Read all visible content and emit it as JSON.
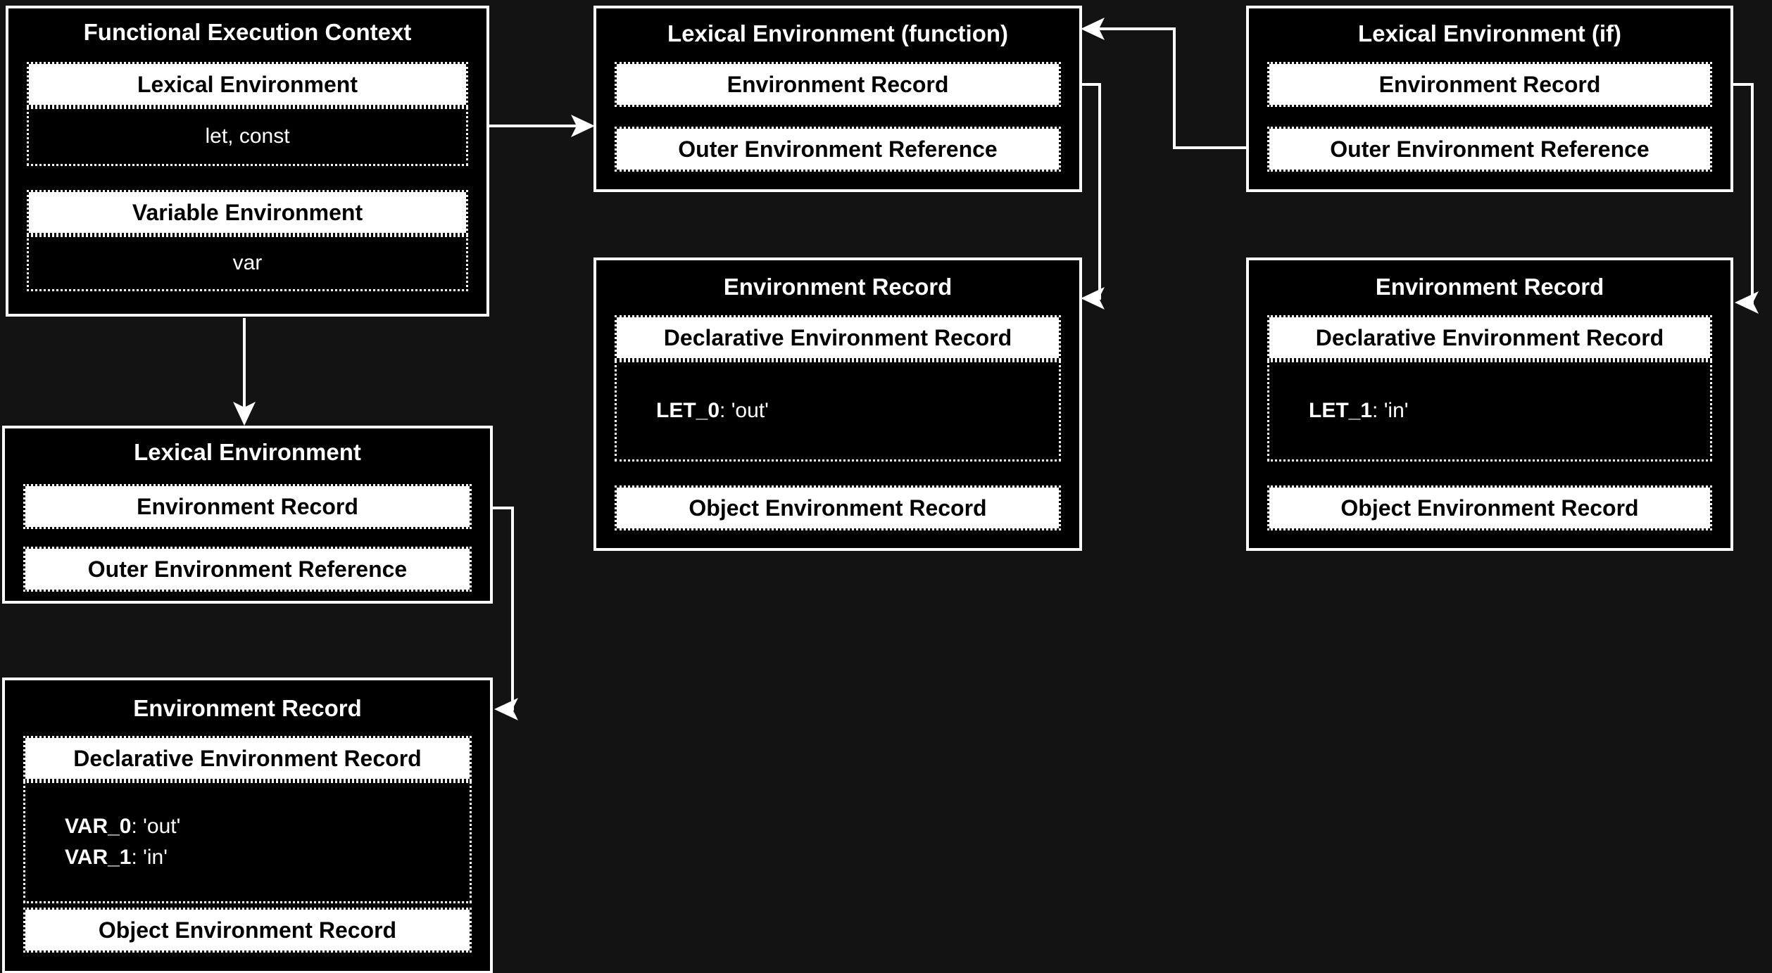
{
  "colors": {
    "background": "#131313",
    "box_fill": "#000000",
    "box_border": "#ffffff",
    "section_fill": "#ffffff",
    "section_text": "#000000",
    "title_text": "#ffffff",
    "connector": "#ffffff"
  },
  "boxes": {
    "fec": {
      "title": "Functional Execution Context",
      "lexical_label": "Lexical Environment",
      "lexical_value": "let, const",
      "variable_label": "Variable Environment",
      "variable_value": "var"
    },
    "function_le": {
      "title": "Lexical Environment (function)",
      "er_label": "Environment Record",
      "oer_label": "Outer Environment Reference"
    },
    "if_le": {
      "title": "Lexical Environment (if)",
      "er_label": "Environment Record",
      "oer_label": "Outer Environment Reference"
    },
    "function_er": {
      "title": "Environment Record",
      "der_label": "Declarative Environment Record",
      "entries": [
        {
          "name": "LET_0",
          "rest": ": 'out'"
        }
      ],
      "oer_label": "Object Environment Record"
    },
    "if_er": {
      "title": "Environment Record",
      "der_label": "Declarative Environment Record",
      "entries": [
        {
          "name": "LET_1",
          "rest": ": 'in'"
        }
      ],
      "oer_label": "Object Environment Record"
    },
    "inner_le": {
      "title": "Lexical Environment",
      "er_label": "Environment Record",
      "oer_label": "Outer Environment Reference"
    },
    "var_er": {
      "title": "Environment Record",
      "der_label": "Declarative Environment Record",
      "entries": [
        {
          "name": "VAR_0",
          "rest": ": 'out'"
        },
        {
          "name": "VAR_1",
          "rest": ": 'in'"
        }
      ],
      "oer_label": "Object Environment Record"
    }
  }
}
